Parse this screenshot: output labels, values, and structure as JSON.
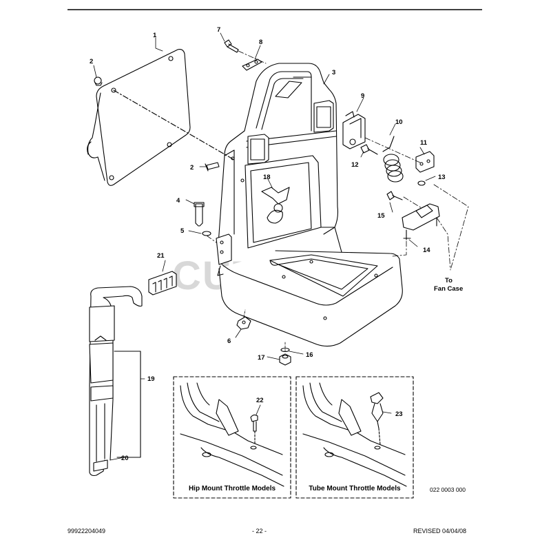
{
  "watermark": "CUTLER'S",
  "callouts": {
    "c1": "1",
    "c2a": "2",
    "c2b": "2",
    "c3": "3",
    "c4": "4",
    "c5": "5",
    "c6": "6",
    "c7": "7",
    "c8": "8",
    "c9": "9",
    "c10": "10",
    "c11": "11",
    "c12": "12",
    "c13": "13",
    "c14": "14",
    "c15": "15",
    "c16": "16",
    "c17": "17",
    "c18": "18",
    "c19": "19",
    "c20": "20",
    "c21": "21",
    "c22": "22",
    "c23": "23"
  },
  "to_label_line1": "To",
  "to_label_line2": "Fan Case",
  "insets": {
    "hip": "Hip Mount Throttle Models",
    "tube": "Tube Mount Throttle Models"
  },
  "drawing_number": "022 0003 000",
  "footer": {
    "part_number": "99922204049",
    "page": "- 22 -",
    "revised": "REVISED 04/04/08"
  }
}
